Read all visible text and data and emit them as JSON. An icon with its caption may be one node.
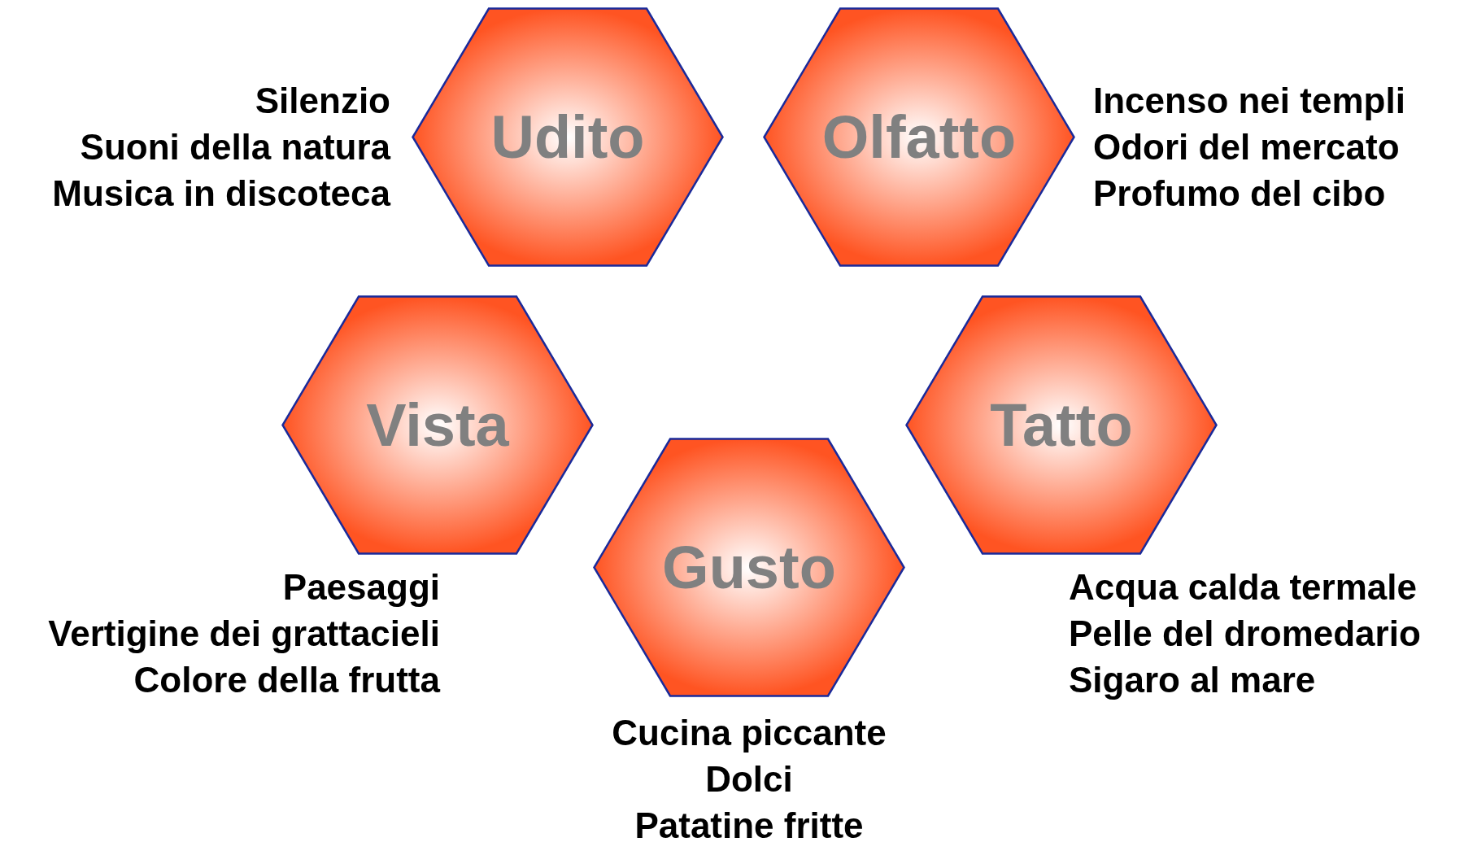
{
  "diagram": {
    "nodes": [
      {
        "text": [
          "Udito"
        ],
        "beside": [
          "Silenzio",
          "Suoni della natura",
          "Musica in discoteca"
        ]
      },
      {
        "text": [
          "Olfatto"
        ],
        "beside": [
          "Incenso nei templi",
          "Odori del mercato",
          "Profumo del cibo"
        ]
      },
      {
        "text": [
          "Vista"
        ],
        "beside": [
          "Paesaggi",
          "Vertigine dei grattacieli",
          "Colore della frutta"
        ]
      },
      {
        "text": [
          "Tatto"
        ],
        "beside": [
          "Acqua calda termale",
          "Pelle del dromedario",
          "Sigaro al mare"
        ]
      },
      {
        "text": [
          "Gusto"
        ],
        "beside": [
          "Cucina piccante",
          "Dolci",
          "Patatine fritte"
        ]
      }
    ]
  }
}
